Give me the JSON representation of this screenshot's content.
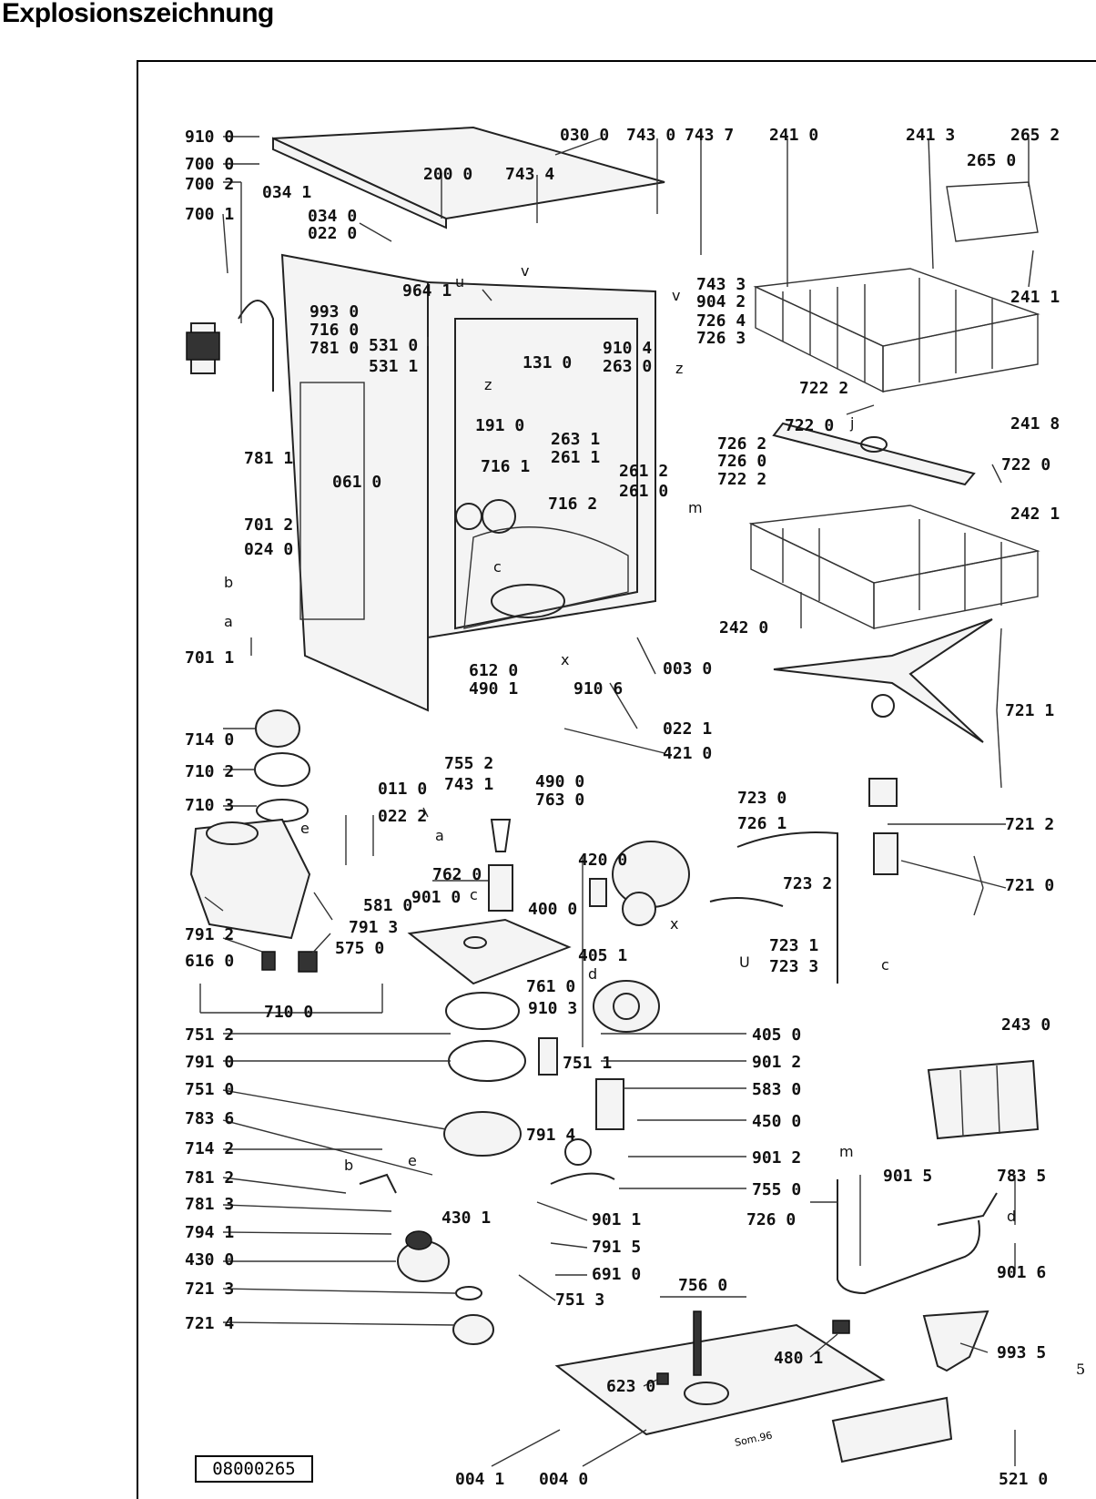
{
  "page": {
    "title": "Explosionszeichnung",
    "doc_number": "08000265",
    "page_number": "5"
  },
  "labels": {
    "910_0": "910 0",
    "700_0": "700 0",
    "700_2": "700 2",
    "700_1": "700 1",
    "034_1": "034 1",
    "030_0": "030 0",
    "743_0": "743 0",
    "743_7": "743 7",
    "241_0": "241 0",
    "241_3": "241 3",
    "265_2": "265 2",
    "265_0": "265 0",
    "200_0": "200 0",
    "743_4": "743 4",
    "034_0": "034 0",
    "022_0": "022 0",
    "743_3": "743 3",
    "904_2": "904 2",
    "726_4": "726 4",
    "726_3": "726 3",
    "964_1": "964 1",
    "993_0": "993 0",
    "716_0": "716 0",
    "781_0": "781 0",
    "531_0": "531 0",
    "531_1": "531 1",
    "910_4": "910 4",
    "263_0": "263 0",
    "131_0": "131 0",
    "241_1": "241 1",
    "722_2a": "722 2",
    "722_0a": "722 0",
    "241_8": "241 8",
    "191_0": "191 0",
    "781_1": "781 1",
    "061_0": "061 0",
    "263_1": "263 1",
    "261_1": "261 1",
    "716_1": "716 1",
    "261_2": "261 2",
    "261_0": "261 0",
    "726_2": "726 2",
    "726_0a": "726 0",
    "722_2b": "722 2",
    "722_0b": "722 0",
    "716_2": "716 2",
    "701_2": "701 2",
    "024_0": "024 0",
    "242_1": "242 1",
    "242_0": "242 0",
    "701_1": "701 1",
    "003_0": "003 0",
    "612_0": "612 0",
    "490_1": "490 1",
    "910_6": "910 6",
    "022_1": "022 1",
    "721_1": "721 1",
    "714_0": "714 0",
    "755_2": "755 2",
    "421_0": "421 0",
    "710_2": "710 2",
    "011_0": "011 0",
    "743_1": "743 1",
    "490_0": "490 0",
    "763_0": "763 0",
    "710_3": "710 3",
    "022_2": "022 2",
    "723_0": "723 0",
    "726_1": "726 1",
    "721_2": "721 2",
    "762_0": "762 0",
    "420_0": "420 0",
    "723_2": "723 2",
    "581_0": "581 0",
    "901_0": "901 0",
    "791_2": "791 2",
    "791_3": "791 3",
    "400_0": "400 0",
    "721_0": "721 0",
    "616_0": "616 0",
    "575_0": "575 0",
    "405_1": "405 1",
    "723_1": "723 1",
    "723_3": "723 3",
    "761_0": "761 0",
    "710_0": "710 0",
    "910_3": "910 3",
    "751_2": "751 2",
    "405_0": "405 0",
    "243_0": "243 0",
    "791_0": "791 0",
    "751_1": "751 1",
    "901_2a": "901 2",
    "751_0": "751 0",
    "583_0": "583 0",
    "783_6": "783 6",
    "450_0": "450 0",
    "714_2": "714 2",
    "791_4": "791 4",
    "901_2b": "901 2",
    "781_2": "781 2",
    "755_0": "755 0",
    "901_5": "901 5",
    "783_5": "783 5",
    "781_3": "781 3",
    "430_1": "430 1",
    "901_1": "901 1",
    "726_0b": "726 0",
    "794_1": "794 1",
    "791_5": "791 5",
    "430_0": "430 0",
    "691_0": "691 0",
    "901_6": "901 6",
    "721_3": "721 3",
    "751_3": "751 3",
    "756_0": "756 0",
    "721_4": "721 4",
    "480_1": "480 1",
    "993_5": "993 5",
    "623_0": "623 0",
    "004_1": "004 1",
    "004_0": "004 0",
    "521_0": "521 0",
    "stamp": "Som.96"
  },
  "letters": {
    "a1": "a",
    "b1": "b",
    "a2": "a",
    "b2": "b",
    "c1": "c",
    "c2": "c",
    "c3": "c",
    "d1": "d",
    "d2": "d",
    "e1": "e",
    "e2": "e",
    "u1": "u",
    "u2": "U",
    "v1": "v",
    "v2": "v",
    "x1": "x",
    "x2": "x",
    "z1": "z",
    "z2": "z",
    "j1": "j",
    "m1": "m",
    "m2": "m"
  }
}
